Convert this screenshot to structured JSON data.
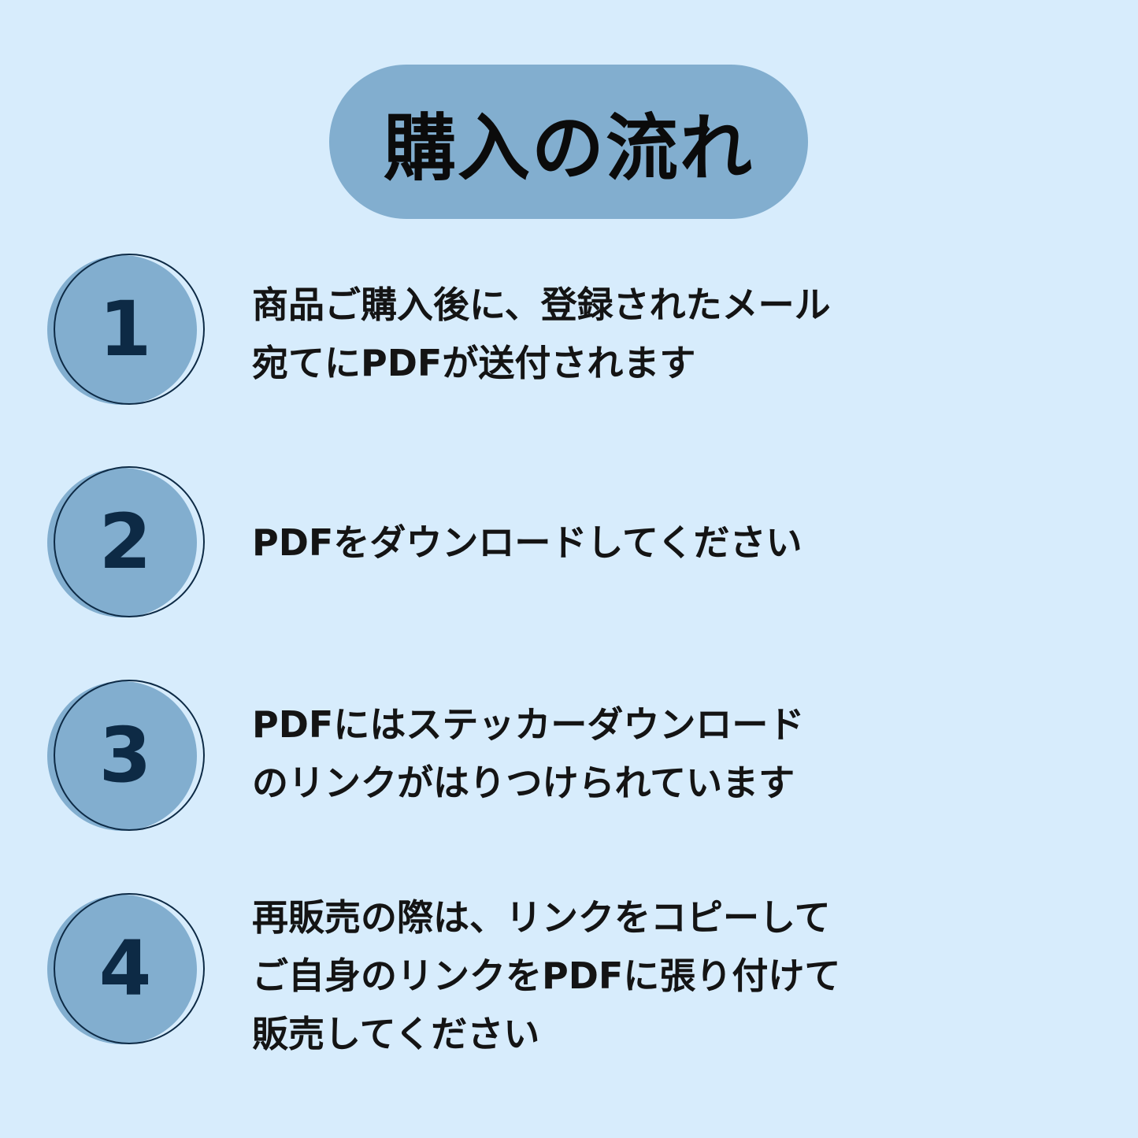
{
  "title": "購入の流れ",
  "colors": {
    "background": "#d7ecfc",
    "accent": "#82aecf",
    "number": "#0d2a45"
  },
  "steps": [
    {
      "number": "1",
      "lines": [
        "商品ご購入後に、登録されたメール",
        "宛てにPDFが送付されます"
      ]
    },
    {
      "number": "2",
      "lines": [
        "PDFをダウンロードしてください"
      ]
    },
    {
      "number": "3",
      "lines": [
        "PDFにはステッカーダウンロード",
        "のリンクがはりつけられています"
      ]
    },
    {
      "number": "4",
      "lines": [
        "再販売の際は、リンクをコピーして",
        "ご自身のリンクをPDFに張り付けて",
        "販売してください"
      ]
    }
  ]
}
